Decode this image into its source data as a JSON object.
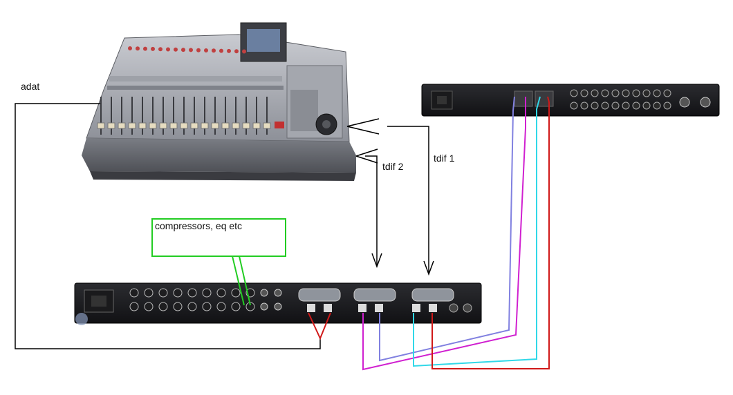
{
  "labels": {
    "adat": "adat",
    "tdif1": "tdif 1",
    "tdif2": "tdif 2",
    "compressors": "compressors, eq etc"
  },
  "devices": [
    {
      "name": "digital-mixing-console",
      "kind": "photo"
    },
    {
      "name": "rack-interface-top",
      "kind": "photo"
    },
    {
      "name": "rack-interface-bottom",
      "kind": "photo"
    }
  ],
  "colors": {
    "adat": "#000000",
    "tdif": "#000000",
    "compressors_box": "#22cc22",
    "cable_magenta": "#d020d0",
    "cable_lavender": "#8080e0",
    "cable_cyan": "#30d8e8",
    "cable_red": "#d01818",
    "optical_y": "#d01818"
  }
}
